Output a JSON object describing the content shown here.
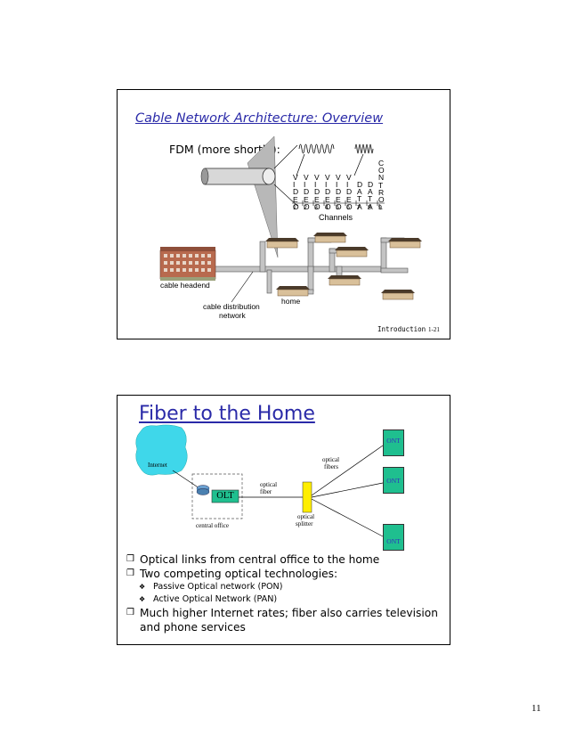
{
  "slide1": {
    "title": "Cable Network Architecture: Overview",
    "fdm_label": "FDM (more shortly):",
    "channel_columns": [
      {
        "letters": [
          "V",
          "I",
          "D",
          "E",
          "O"
        ],
        "num": "1"
      },
      {
        "letters": [
          "V",
          "I",
          "D",
          "E",
          "O"
        ],
        "num": "2"
      },
      {
        "letters": [
          "V",
          "I",
          "D",
          "E",
          "O"
        ],
        "num": "3"
      },
      {
        "letters": [
          "V",
          "I",
          "D",
          "E",
          "O"
        ],
        "num": "4"
      },
      {
        "letters": [
          "V",
          "I",
          "D",
          "E",
          "O"
        ],
        "num": "5"
      },
      {
        "letters": [
          "V",
          "I",
          "D",
          "E",
          "O"
        ],
        "num": "6"
      },
      {
        "letters": [
          "D",
          "A",
          "T",
          "A"
        ],
        "num": "7"
      },
      {
        "letters": [
          "D",
          "A",
          "T",
          "A"
        ],
        "num": "8"
      },
      {
        "letters": [
          "C",
          "O",
          "N",
          "T",
          "R",
          "O",
          "L"
        ],
        "num": "9"
      }
    ],
    "channels_label": "Channels",
    "headend_label": "cable headend",
    "distribution_label_1": "cable distribution",
    "distribution_label_2": "network",
    "home_label": "home",
    "footer_text": "Introduction",
    "slide_number": "1-21"
  },
  "slide2": {
    "title": "Fiber to the Home",
    "internet_label": "Internet",
    "olt_label": "OLT",
    "central_office_label": "central office",
    "optical_fiber_1": "optical",
    "optical_fiber_2": "fiber",
    "optical_fibers_1": "optical",
    "optical_fibers_2": "fibers",
    "optical_splitter_1": "optical",
    "optical_splitter_2": "splitter",
    "ont_label": "ONT",
    "bullets": [
      {
        "text": "Optical links from central office to the home",
        "sub": []
      },
      {
        "text": "Two competing optical technologies:",
        "sub": [
          "Passive Optical network (PON)",
          "Active Optical Network (PAN)"
        ]
      },
      {
        "text": "Much higher Internet rates; fiber also carries television and phone services",
        "sub": []
      }
    ],
    "colors": {
      "title": "#2a2aa8",
      "ont_fill": "#1fbf8f",
      "internet_cloud": "#3fd7ea",
      "splitter": "#ffee00"
    }
  },
  "page_number": "11"
}
